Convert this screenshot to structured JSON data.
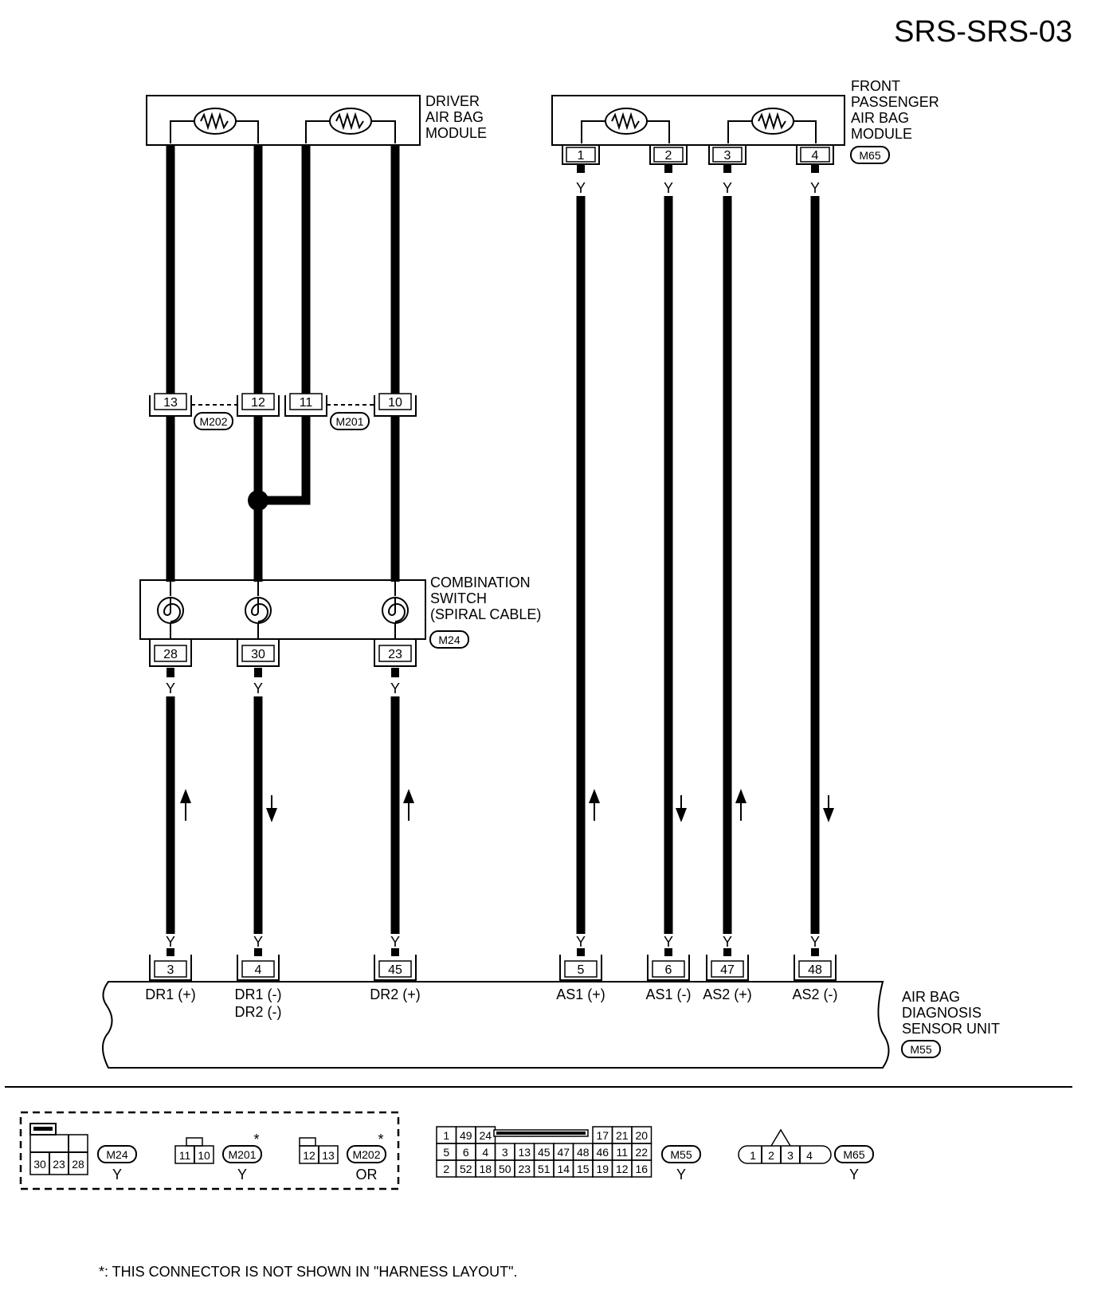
{
  "title": "SRS-SRS-03",
  "driver_module": {
    "lines": [
      "DRIVER",
      "AIR BAG",
      "MODULE"
    ]
  },
  "passenger_module": {
    "lines": [
      "FRONT",
      "PASSENGER",
      "AIR BAG",
      "MODULE"
    ],
    "connector": "M65",
    "pins": [
      "1",
      "2",
      "3",
      "4"
    ]
  },
  "joint_connectors": {
    "pins": [
      "13",
      "12",
      "11",
      "10"
    ],
    "connectors": [
      "M202",
      "M201"
    ]
  },
  "combination_switch": {
    "lines": [
      "COMBINATION",
      "SWITCH",
      "(SPIRAL CABLE)"
    ],
    "connector": "M24",
    "pins": [
      "28",
      "30",
      "23"
    ]
  },
  "wire_color": "Y",
  "sensor_unit": {
    "lines": [
      "AIR BAG",
      "DIAGNOSIS",
      "SENSOR UNIT"
    ],
    "connector": "M55",
    "pins": [
      "3",
      "4",
      "45",
      "5",
      "6",
      "47",
      "48"
    ],
    "terminal_labels": [
      "DR1 (+)",
      "DR1 (-)",
      "DR2 (-)",
      "DR2 (+)",
      "AS1 (+)",
      "AS1 (-)",
      "AS2 (+)",
      "AS2 (-)"
    ]
  },
  "connector_views": {
    "m24": {
      "name": "M24",
      "color": "Y",
      "pins": [
        "30",
        "23",
        "28"
      ]
    },
    "m201": {
      "name": "M201",
      "color": "Y",
      "pins": [
        "11",
        "10"
      ],
      "mark": "*"
    },
    "m202": {
      "name": "M202",
      "color": "OR",
      "pins": [
        "12",
        "13"
      ],
      "mark": "*"
    },
    "m55": {
      "name": "M55",
      "color": "Y",
      "row1": [
        "1",
        "49",
        "24",
        "17",
        "21",
        "20"
      ],
      "row2": [
        "5",
        "6",
        "4",
        "3",
        "13",
        "45",
        "47",
        "48",
        "46",
        "11",
        "22"
      ],
      "row3": [
        "2",
        "52",
        "18",
        "50",
        "23",
        "51",
        "14",
        "15",
        "19",
        "12",
        "16"
      ]
    },
    "m65": {
      "name": "M65",
      "color": "Y",
      "pins": [
        "1",
        "2",
        "3",
        "4"
      ]
    }
  },
  "footnote": "*: THIS CONNECTOR IS NOT SHOWN IN \"HARNESS LAYOUT\"."
}
